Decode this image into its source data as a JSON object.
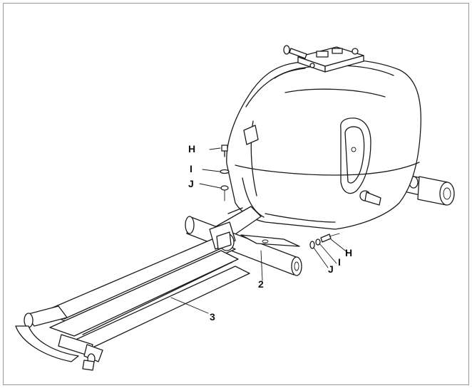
{
  "labels": {
    "bolt_top": "H",
    "washer_top": "I",
    "nut_top": "J",
    "bolt_right": "H",
    "washer_right": "I",
    "nut_right": "J",
    "part_2": "2",
    "part_3": "3"
  },
  "colors": {
    "line": "#1a1a1a",
    "background": "#ffffff",
    "frame": "#9a9a9a"
  }
}
